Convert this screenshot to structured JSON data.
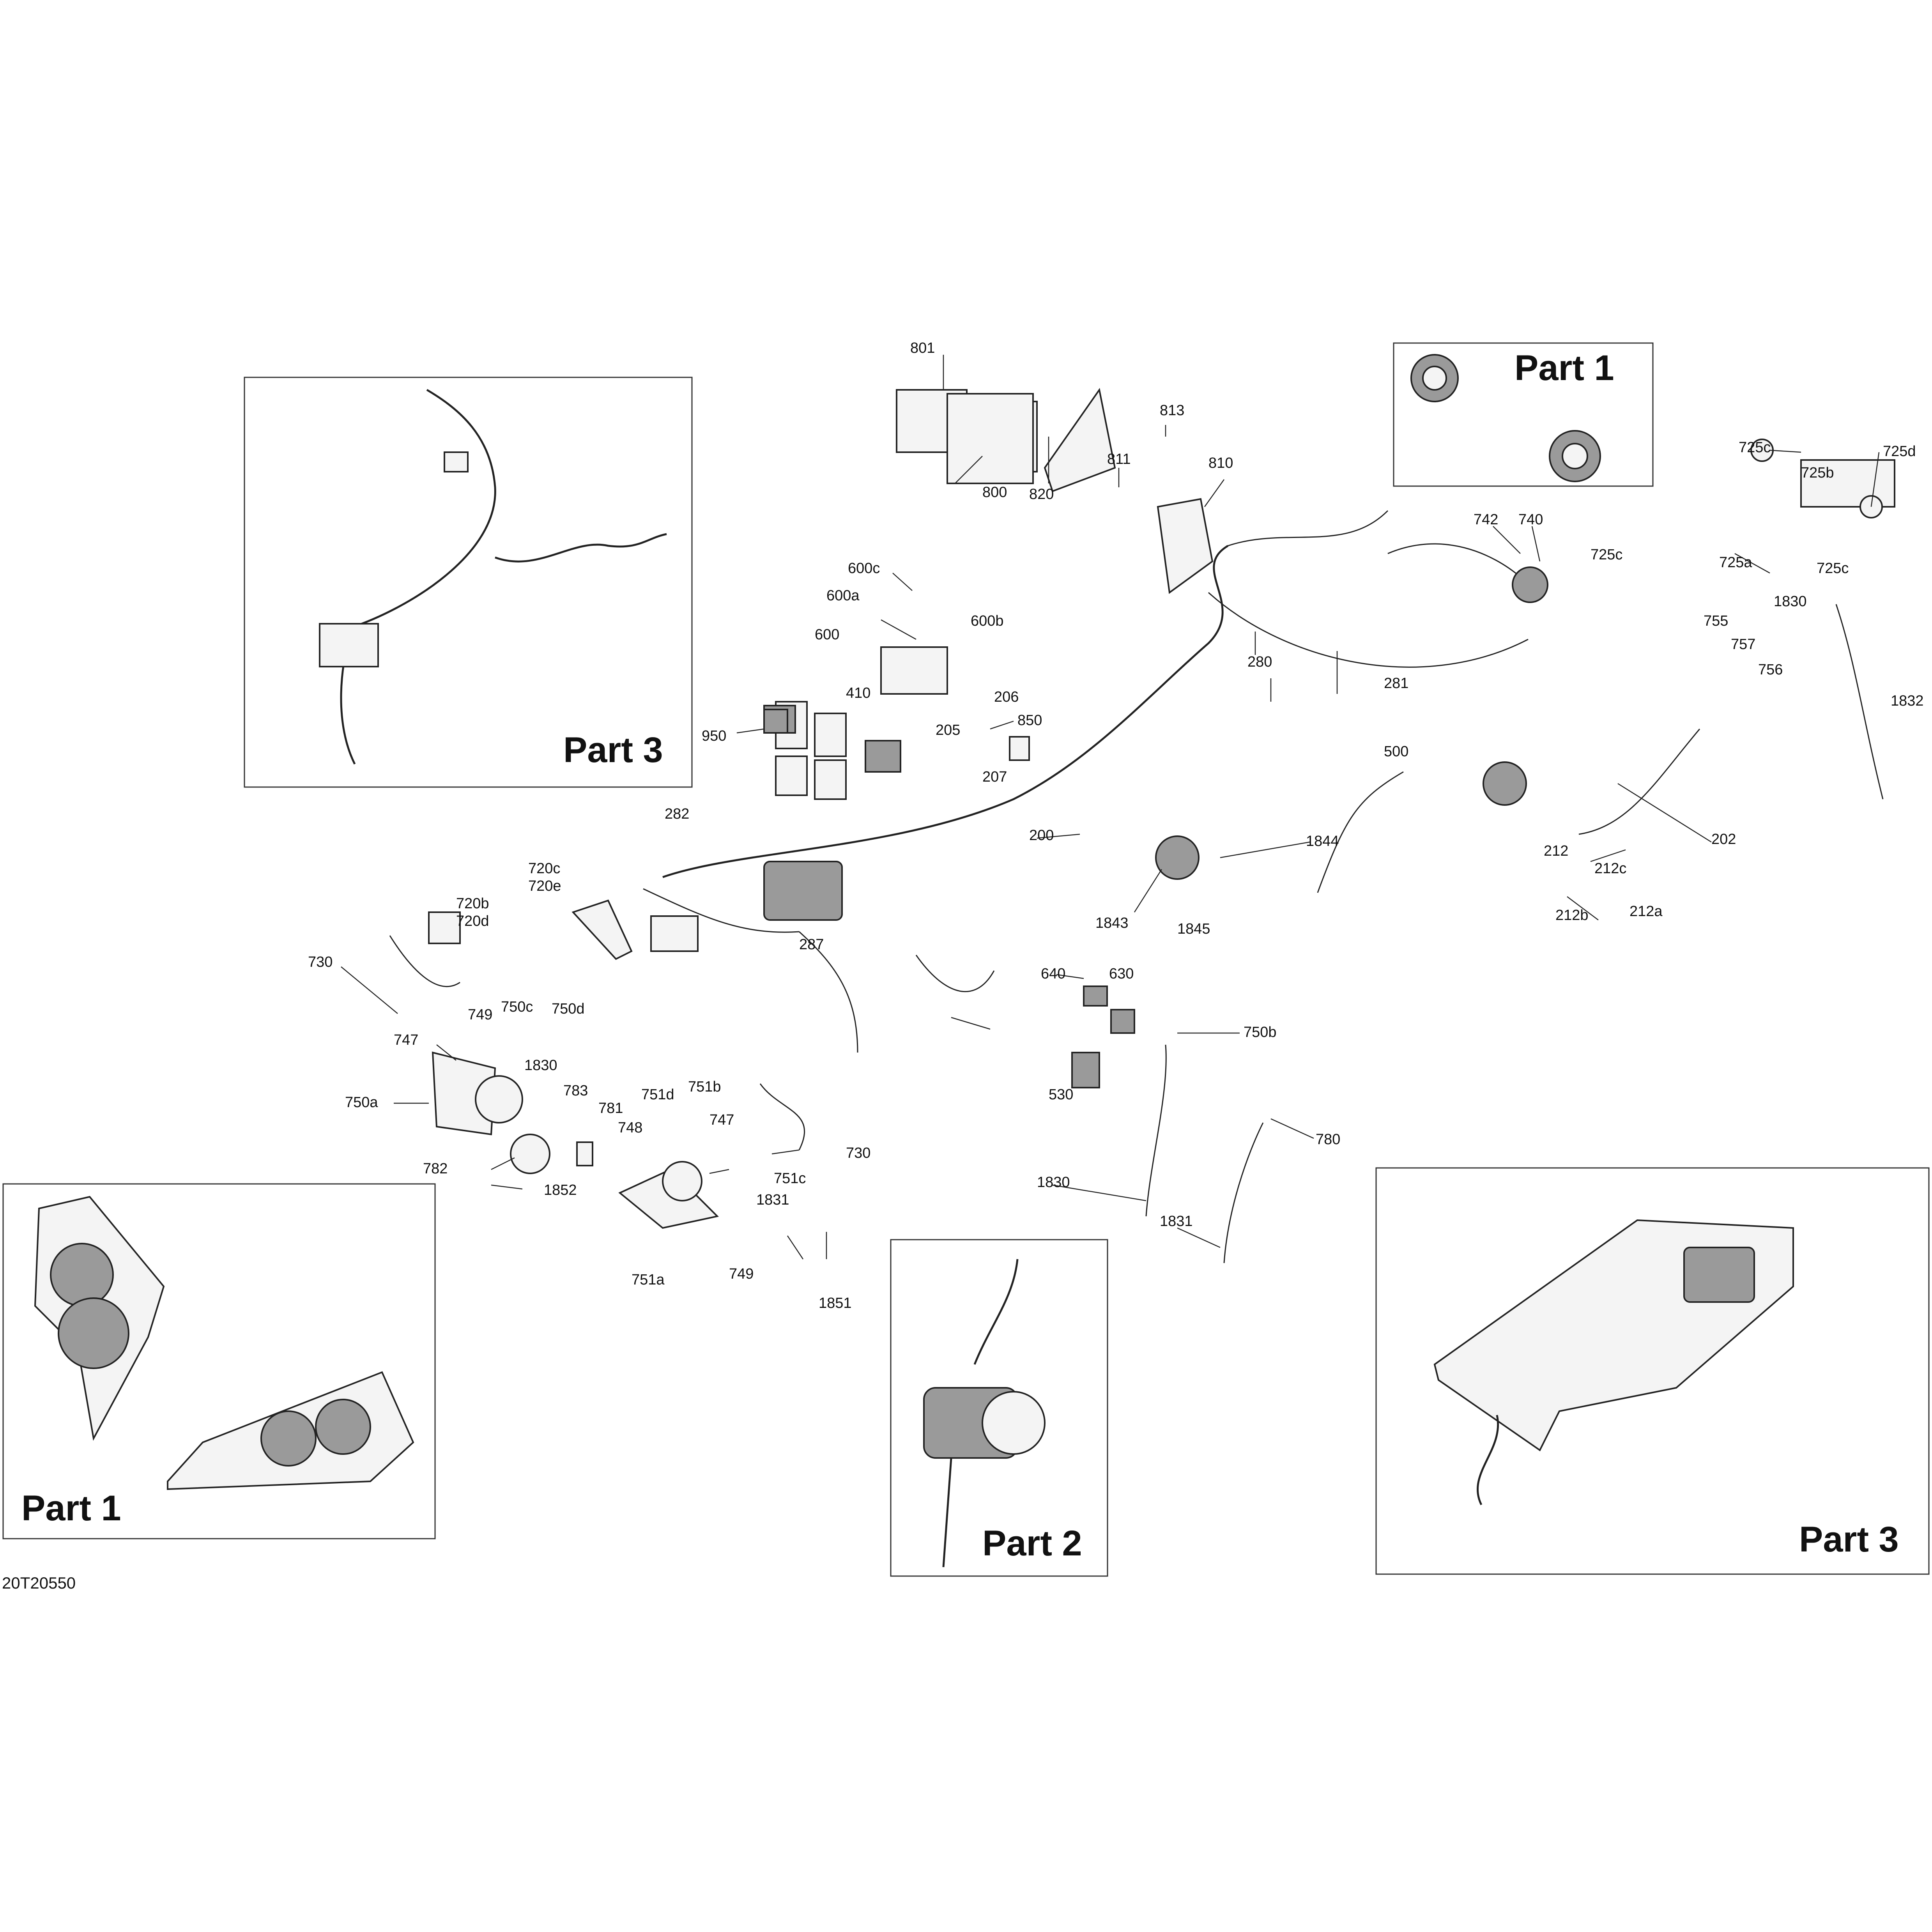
{
  "diagram_code": "20T20550",
  "insets": [
    {
      "title": "Part 3"
    },
    {
      "title": "Part 1"
    },
    {
      "title": "Part 1"
    },
    {
      "title": "Part 2"
    },
    {
      "title": "Part 3"
    }
  ],
  "callouts": [
    "801",
    "800",
    "820",
    "813",
    "811",
    "810",
    "725c",
    "725d",
    "725b",
    "725c",
    "725a",
    "725c",
    "742",
    "740",
    "600c",
    "600a",
    "600b",
    "600",
    "410",
    "950",
    "206",
    "850",
    "205",
    "207",
    "280",
    "281",
    "1830",
    "755",
    "757",
    "756",
    "1832",
    "500",
    "202",
    "282",
    "200",
    "1844",
    "212",
    "212c",
    "212a",
    "212b",
    "720c",
    "720e",
    "720b",
    "720d",
    "1843",
    "1845",
    "730",
    "287",
    "640",
    "630",
    "749",
    "750c",
    "750d",
    "747",
    "750b",
    "1830",
    "750a",
    "530",
    "783",
    "751d",
    "751b",
    "781",
    "748",
    "747",
    "730",
    "780",
    "782",
    "751c",
    "1852",
    "1830",
    "1831",
    "1831",
    "751a",
    "749",
    "1851"
  ]
}
